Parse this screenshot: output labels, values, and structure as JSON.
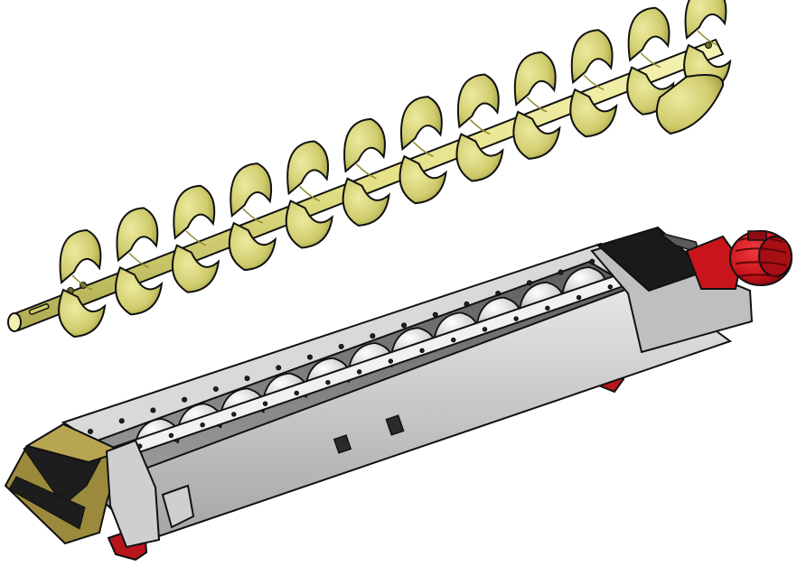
{
  "colors": {
    "background": "#ffffff",
    "flight_light": "#e6e39a",
    "flight_mid": "#cfcb6c",
    "flight_dark": "#8f8c32",
    "shaft": "#ece98f",
    "shaft_shadow": "#b9b55a",
    "outline": "#111111",
    "trough_light": "#e7e7e7",
    "trough_mid": "#c9c9c9",
    "trough_dark": "#8e8e8e",
    "trough_inner": "#6d6d6d",
    "inlet_black": "#151515",
    "stripe_gold": "#9c8a3c",
    "stripe_black": "#1d1d1d",
    "motor_red": "#c8141b",
    "motor_dark": "#6a0a0d",
    "support_red": "#b8161c"
  },
  "objects": {
    "auger": {
      "icon": "screw-auger",
      "flight_count": 12
    },
    "conveyor": {
      "icon": "screw-conveyor-trough",
      "visible_flight_count": 11,
      "has_motor": true,
      "has_end_cover": true
    }
  }
}
